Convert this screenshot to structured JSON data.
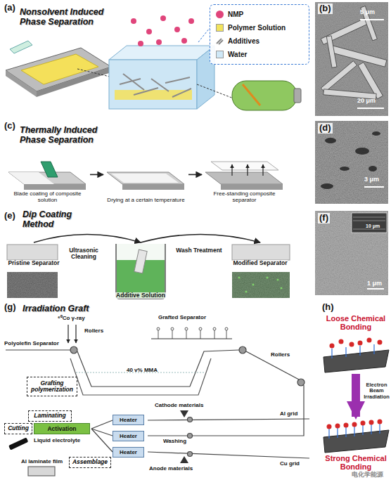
{
  "diagram": {
    "nodes": [
      {
        "text": [
          "Blade coating of composite solution"
        ]
      },
      {
        "text": [
          "Drying at a certain temperature"
        ]
      },
      {
        "text": [
          "Free-standing composite separator"
        ]
      },
      {
        "text": [
          "Pristine Separator"
        ]
      },
      {
        "text": [
          "Additive Solution"
        ]
      },
      {
        "text": [
          "Modified Separator"
        ]
      },
      {
        "text": [
          "Loose Chemical Bonding"
        ]
      },
      {
        "text": [
          "Strong Chemical Bonding"
        ]
      },
      {
        "text": [
          "Grafting polymerization"
        ]
      },
      {
        "text": [
          "Laminating"
        ]
      },
      {
        "text": [
          "Cutting"
        ]
      },
      {
        "text": [
          "Activation"
        ]
      },
      {
        "text": [
          "Assemblage"
        ]
      },
      {
        "text": [
          "Heater"
        ]
      },
      {
        "text": [
          "Heater"
        ]
      },
      {
        "text": [
          "Heater"
        ]
      }
    ],
    "edges": [
      {
        "from": 0,
        "to": 1,
        "arrow": "to"
      },
      {
        "from": 1,
        "to": 2,
        "arrow": "to"
      },
      {
        "from": 3,
        "to": 4,
        "label": "Ultrasonic Cleaning",
        "arrow": "to"
      },
      {
        "from": 4,
        "to": 5,
        "label": "Wash Treatment",
        "arrow": "to"
      },
      {
        "from": 6,
        "to": 7,
        "label": "Electron Beam Irradiation",
        "arrow": "to"
      }
    ],
    "labels": [
      "(a)",
      "Nonsolvent Induced Phase Separation",
      "(b)",
      "5 μm",
      "20 μm",
      "(c)",
      "Thermally Induced Phase Separation",
      "(d)",
      "3 μm",
      "(e)",
      "Dip Coating Method",
      "(f)",
      "10 μm",
      "1 μm",
      "(g)",
      "Irradiation Graft",
      "⁶⁰Co γ-ray",
      "Rollers",
      "Grafted Separator",
      "Polyolefin Separator",
      "40 v% MMA",
      "Rollers",
      "Cathode materials",
      "Al grid",
      "Liquid electrolyte",
      "Washing",
      "Al laminate film",
      "Anode materials",
      "Cu grid",
      "(h)",
      "电化学能源"
    ],
    "legend": [
      {
        "text": "NMP",
        "color": "#e0457b"
      },
      {
        "text": "Polymer Solution",
        "color": "#f2e35c"
      },
      {
        "text": "Additives"
      },
      {
        "text": "Water",
        "color": "#cfe8f7"
      }
    ]
  }
}
